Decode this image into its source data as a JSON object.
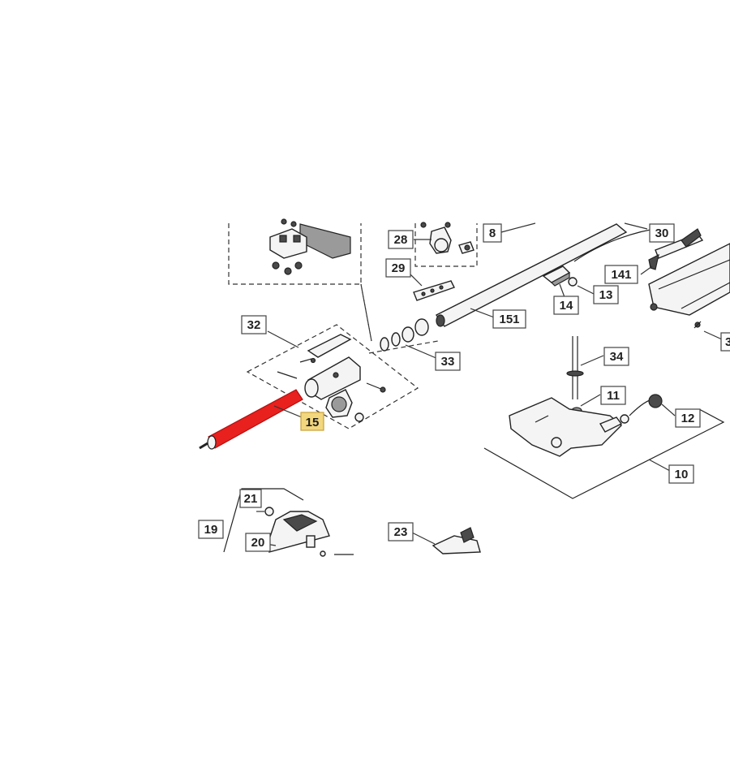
{
  "diagram": {
    "callouts": [
      {
        "id": "c28",
        "label": "28",
        "highlight": false
      },
      {
        "id": "c8",
        "label": "8",
        "highlight": false
      },
      {
        "id": "c30",
        "label": "30",
        "highlight": false
      },
      {
        "id": "c29",
        "label": "29",
        "highlight": false
      },
      {
        "id": "c141",
        "label": "141",
        "highlight": false
      },
      {
        "id": "c13",
        "label": "13",
        "highlight": false
      },
      {
        "id": "c14",
        "label": "14",
        "highlight": false
      },
      {
        "id": "c151",
        "label": "151",
        "highlight": false
      },
      {
        "id": "c32",
        "label": "32",
        "highlight": false
      },
      {
        "id": "c3",
        "label": "3",
        "highlight": false
      },
      {
        "id": "c33",
        "label": "33",
        "highlight": false
      },
      {
        "id": "c34",
        "label": "34",
        "highlight": false
      },
      {
        "id": "c11",
        "label": "11",
        "highlight": false
      },
      {
        "id": "c12",
        "label": "12",
        "highlight": false
      },
      {
        "id": "c15",
        "label": "15",
        "highlight": true
      },
      {
        "id": "c10",
        "label": "10",
        "highlight": false
      },
      {
        "id": "c21",
        "label": "21",
        "highlight": false
      },
      {
        "id": "c19",
        "label": "19",
        "highlight": false
      },
      {
        "id": "c20",
        "label": "20",
        "highlight": false
      },
      {
        "id": "c23",
        "label": "23",
        "highlight": false
      }
    ],
    "highlight_color": "#e8201e",
    "label_highlight_color": "#f3d77e"
  }
}
